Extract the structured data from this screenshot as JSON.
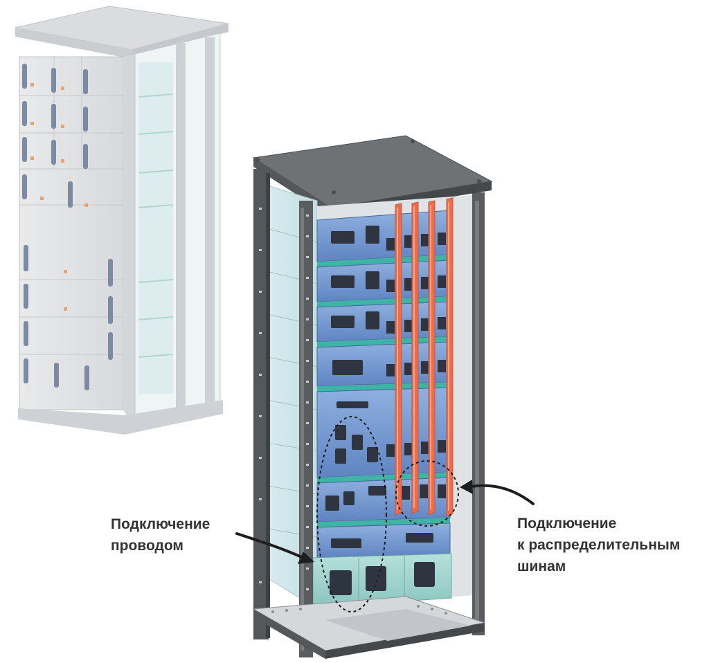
{
  "labels": {
    "wire_connection": [
      "Подключение",
      "проводом"
    ],
    "busbar_connection": [
      "Подключение",
      "к распределительным",
      "шинам"
    ]
  },
  "colors": {
    "background": "#ffffff",
    "label_text": "#333333",
    "frame": "#5a5d60",
    "frame_dark": "#3e4144",
    "module_blue": "#6d90c8",
    "module_blue_light": "#8fb0df",
    "teal_strip": "#3fb3a6",
    "busbar": "#ea6e4e",
    "terminal_module": "#9fd1cb",
    "ghost_cabinet": "#dadcde"
  },
  "icons": [
    "wire-connection-arrow",
    "busbar-connection-arrow",
    "dashed-ellipse-highlight"
  ]
}
